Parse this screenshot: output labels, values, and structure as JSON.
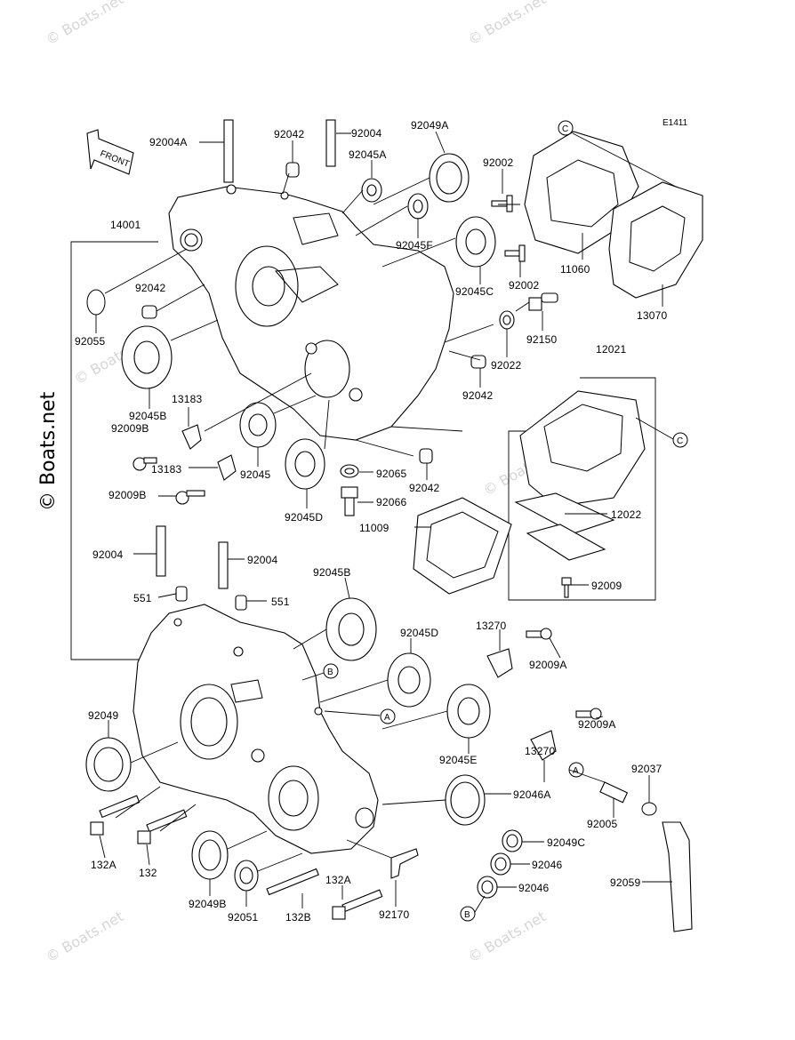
{
  "diagram_code": "E1411",
  "watermarks": {
    "top_left": "© Boats.net",
    "top_right": "© Boats.net",
    "bottom_left": "© Boats.net",
    "bottom_right": "© Boats.net",
    "side": "© Boats.net",
    "mid": "© Boats.net",
    "reed": "© Boats.net"
  },
  "front_arrow": "FRONT",
  "callouts": [
    "C",
    "C",
    "B",
    "A",
    "A",
    "B"
  ],
  "parts": [
    "92004A",
    "92042",
    "92004",
    "92045A",
    "92049A",
    "92002",
    "14001",
    "92045F",
    "92045C",
    "92002",
    "11060",
    "13070",
    "92042",
    "92150",
    "92055",
    "92022",
    "12021",
    "13183",
    "92042",
    "92045B",
    "92009B",
    "13183",
    "92045",
    "92065",
    "92042",
    "92009B",
    "92045D",
    "92066",
    "12022",
    "11009",
    "92004",
    "92004",
    "92045B",
    "92009",
    "551",
    "551",
    "13270",
    "92045D",
    "92009A",
    "92049",
    "92009A",
    "13270",
    "92045E",
    "92037",
    "92046A",
    "92005",
    "132A",
    "132",
    "92049C",
    "92046",
    "92059",
    "92049B",
    "92051",
    "132B",
    "132A",
    "92170",
    "92046"
  ]
}
